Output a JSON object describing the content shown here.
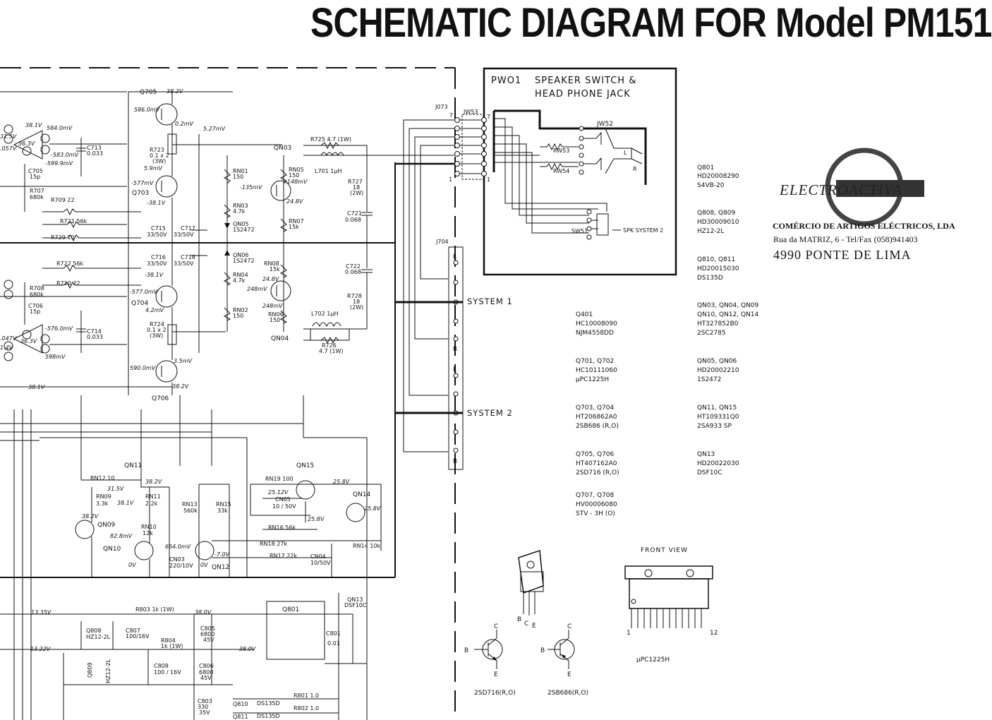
{
  "title": "SCHEMATIC DIAGRAM FOR Model PM151",
  "panel": {
    "name": "PWO1",
    "line1": "SPEAKER SWITCH &",
    "line2": "HEAD PHONE JACK",
    "jw52": "JW52",
    "rw53": "RW53",
    "rw54": "RW54",
    "sw51": "SW51",
    "spk_system2": "SPK SYSTEM 2",
    "L": "L",
    "R": "R"
  },
  "connectors": {
    "j073": "J073",
    "jw53": "JW53",
    "j704": "J704",
    "pin7": "7",
    "pin1": "1",
    "sys1": "SYSTEM 1",
    "sys2": "SYSTEM 2",
    "L": "L",
    "R": "R"
  },
  "transistors": {
    "q705": "Q705",
    "q703": "Q703",
    "q704": "Q704",
    "q706": "Q706",
    "qn03": "QN03",
    "qn04": "QN04",
    "qn11": "QN11",
    "qn15": "QN15",
    "qn09": "QN09",
    "qn10": "QN10",
    "qn12": "QN12",
    "qn14": "QN14",
    "q801": "Q801",
    "qn13": "QN13",
    "qn13b": "DSF10C",
    "q808": "Q808",
    "q808b": "HZ12-2L",
    "q809": "Q809",
    "q809b": "HZ12-2L",
    "q810": "Q810",
    "q811": "Q811",
    "ds135d": "DS135D",
    "ds135d2": "DS135D"
  },
  "resistors": {
    "r725": "R725  4.7 (1W)",
    "l701": "L701  1μH",
    "r727": "R727",
    "r727v": "18",
    "r727w": "(2W)",
    "c721": "C721",
    "c721v": "0.068",
    "c722": "C722",
    "c722v": "0.068",
    "r728": "R728",
    "r728v": "18",
    "r728w": "(2W)",
    "l702": "L702  1μH",
    "r726": "R726",
    "r726v": "4.7 (1W)",
    "rn01": "RN01",
    "rn01v": "150",
    "rn05": "RN05",
    "rn05v": "150",
    "rn03": "RN03",
    "rn03v": "4.7k",
    "qn05": "QN05",
    "qn05v": "1S2472",
    "rn07": "RN07",
    "rn07v": "15k",
    "qn06": "QN06",
    "qn06v": "1S2472",
    "rn04": "RN04",
    "rn04v": "4.7k",
    "rn08": "RN08",
    "rn08v": "15k",
    "rn02": "RN02",
    "rn02v": "150",
    "rn06": "RN06",
    "rn06v": "150",
    "r723": "R723",
    "r723v": "0.1 x 2",
    "r723w": "(3W)",
    "r724": "R724",
    "r724v": "0.1 x 2",
    "r724w": "(3W)",
    "c715": "C715",
    "c715v": "33/50V",
    "c717": "C717",
    "c717v": "33/50V",
    "c716": "C716",
    "c716v": "33/50V",
    "c718": "C718",
    "c718v": "33/50V",
    "c713": "C713",
    "c713v": "0.033",
    "c714": "C714",
    "c714v": "0.033",
    "c705": "C705",
    "c705v": "15p",
    "c706": "C706",
    "c706v": "15p",
    "r707": "R707",
    "r707v": "680k",
    "r708": "R708",
    "r708v": "680k",
    "r709": "R709  22",
    "r710": "R710  22",
    "r721": "R721  56k",
    "r722": "R722  56k",
    "r729": "R729  10",
    "rn12": "RN12  10",
    "rn09": "RN09",
    "rn09v": "3.3k",
    "rn11": "RN11",
    "rn11v": "2.2k",
    "rn10": "RN10",
    "rn10v": "12k",
    "rn13": "RN13",
    "rn13v": "560k",
    "rn15": "RN15",
    "rn15v": "33k",
    "rn19": "RN19  100",
    "cn05": "CN05",
    "cn05v": "10 / 50V",
    "rn16": "RN16  56k",
    "rn18": "RN18  27k",
    "rn17": "RN17  22k",
    "cn04": "CN04",
    "cn04v": "10/50V",
    "cn03": "CN03",
    "cn03v": "220/10V",
    "rn14": "RN14  10k",
    "r803": "R803  1k (1W)",
    "r804": "R804",
    "r804v": "1k (1W)",
    "c807": "C807",
    "c807v": "100/16V",
    "c808": "C808",
    "c808v": "100 / 16V",
    "c805": "C805",
    "c805v": "6800",
    "c805w": "45V",
    "c806": "C806",
    "c806v": "6800",
    "c806w": "45V",
    "c801": "C801",
    "c801v": "0.01",
    "c803": "C803",
    "c803v": "330",
    "c803w": "35V",
    "r801": "R801  1.0",
    "r802": "R802  1.0"
  },
  "voltages": {
    "v1": "38.2V",
    "v2": "586.0mV",
    "v3": "0.2mV",
    "v4": "5.27mV",
    "v5": "5.9mV",
    "v6": "-577mV",
    "v7": "-38.1V",
    "v8": "-135mV",
    "v9": "-148mV",
    "v10": "24.8V",
    "v11": "-38.1V",
    "v12": "-577.0mV",
    "v13": "4.2mV",
    "v14": "3.5mV",
    "v15": "590.0mV",
    "v16": "38.2V",
    "v17": "24.8V",
    "v18": "248mV",
    "v19": "248mV",
    "v20": "38.1V",
    "v21": "584.0mV",
    "v22": "-583.0mV",
    "v23": "-599.9mV",
    "v24": "-576.0mV",
    "v25": "598mV",
    "v26": "38.1V",
    "v27": "36.3V",
    "v28": "31.5V",
    "v29": ".057V",
    "v30": "-36.3V",
    "v31": ".047V",
    "v32": "1.4V",
    "v33": "31.5V",
    "v34": "38.2V",
    "v35": "38.1V",
    "v36": "38.2V",
    "v37": "82.8mV",
    "v38": "25.12V",
    "v39": "25.8V",
    "v40": "25.8V",
    "v41": "25.8V",
    "v42": "664.0mV",
    "v43": "-7.0V",
    "v44": "0V",
    "v45": "0V",
    "v46": "13.35V",
    "v47": "38.0V",
    "v48": "-13.22V",
    "v49": "-38.0V"
  },
  "parts_list": [
    {
      "q": "Q801",
      "code": "HD20008290",
      "type": "S4VB-20"
    },
    {
      "q": "Q808, Q809",
      "code": "HD30009010",
      "type": "HZ12-2L"
    },
    {
      "q": "Q810, Q811",
      "code": "HD20015030",
      "type": "DS135D"
    },
    {
      "q": "QN03, QN04, QN09",
      "q2": "QN10, QN12, QN14",
      "code": "HT327852B0",
      "type": "2SC2785"
    },
    {
      "q": "QN05, QN06",
      "code": "HD20002210",
      "type": "1S2472"
    },
    {
      "q": "QN11, QN15",
      "code": "HT109331Q0",
      "type": "2SA933 SP"
    },
    {
      "q": "QN13",
      "code": "HD20022030",
      "type": "DSF10C"
    },
    {
      "q": "Q401",
      "code": "HC10008090",
      "type": "NJM4558DD"
    },
    {
      "q": "Q701, Q702",
      "code": "HC10111060",
      "type": "μPC1225H"
    },
    {
      "q": "Q703, Q704",
      "code": "HT206862A0",
      "type": "2SB686 (R,O)"
    },
    {
      "q": "Q705, Q706",
      "code": "HT407162A0",
      "type": "2SD716 (R,O)"
    },
    {
      "q": "Q707, Q708",
      "code": "HV00006080",
      "type": "STV - 3H (O)"
    }
  ],
  "stamp": {
    "logo": "ELECTROACTIVA",
    "line1": "COMÉRCIO DE ARTIGOS ELÉCTRICOS, LDA",
    "line2": "Rua da MATRIZ, 6 - Tel/Fax (058)941403",
    "line3": "4990 PONTE DE LIMA"
  },
  "packages": {
    "front_view": "FRONT   VIEW",
    "ic_name": "μPC1225H",
    "pin1": "1",
    "pin12": "12",
    "b": "B",
    "c": "C",
    "e": "E",
    "npn": "2SD716(R,O)",
    "pnp": "2SB686(R,O)"
  }
}
